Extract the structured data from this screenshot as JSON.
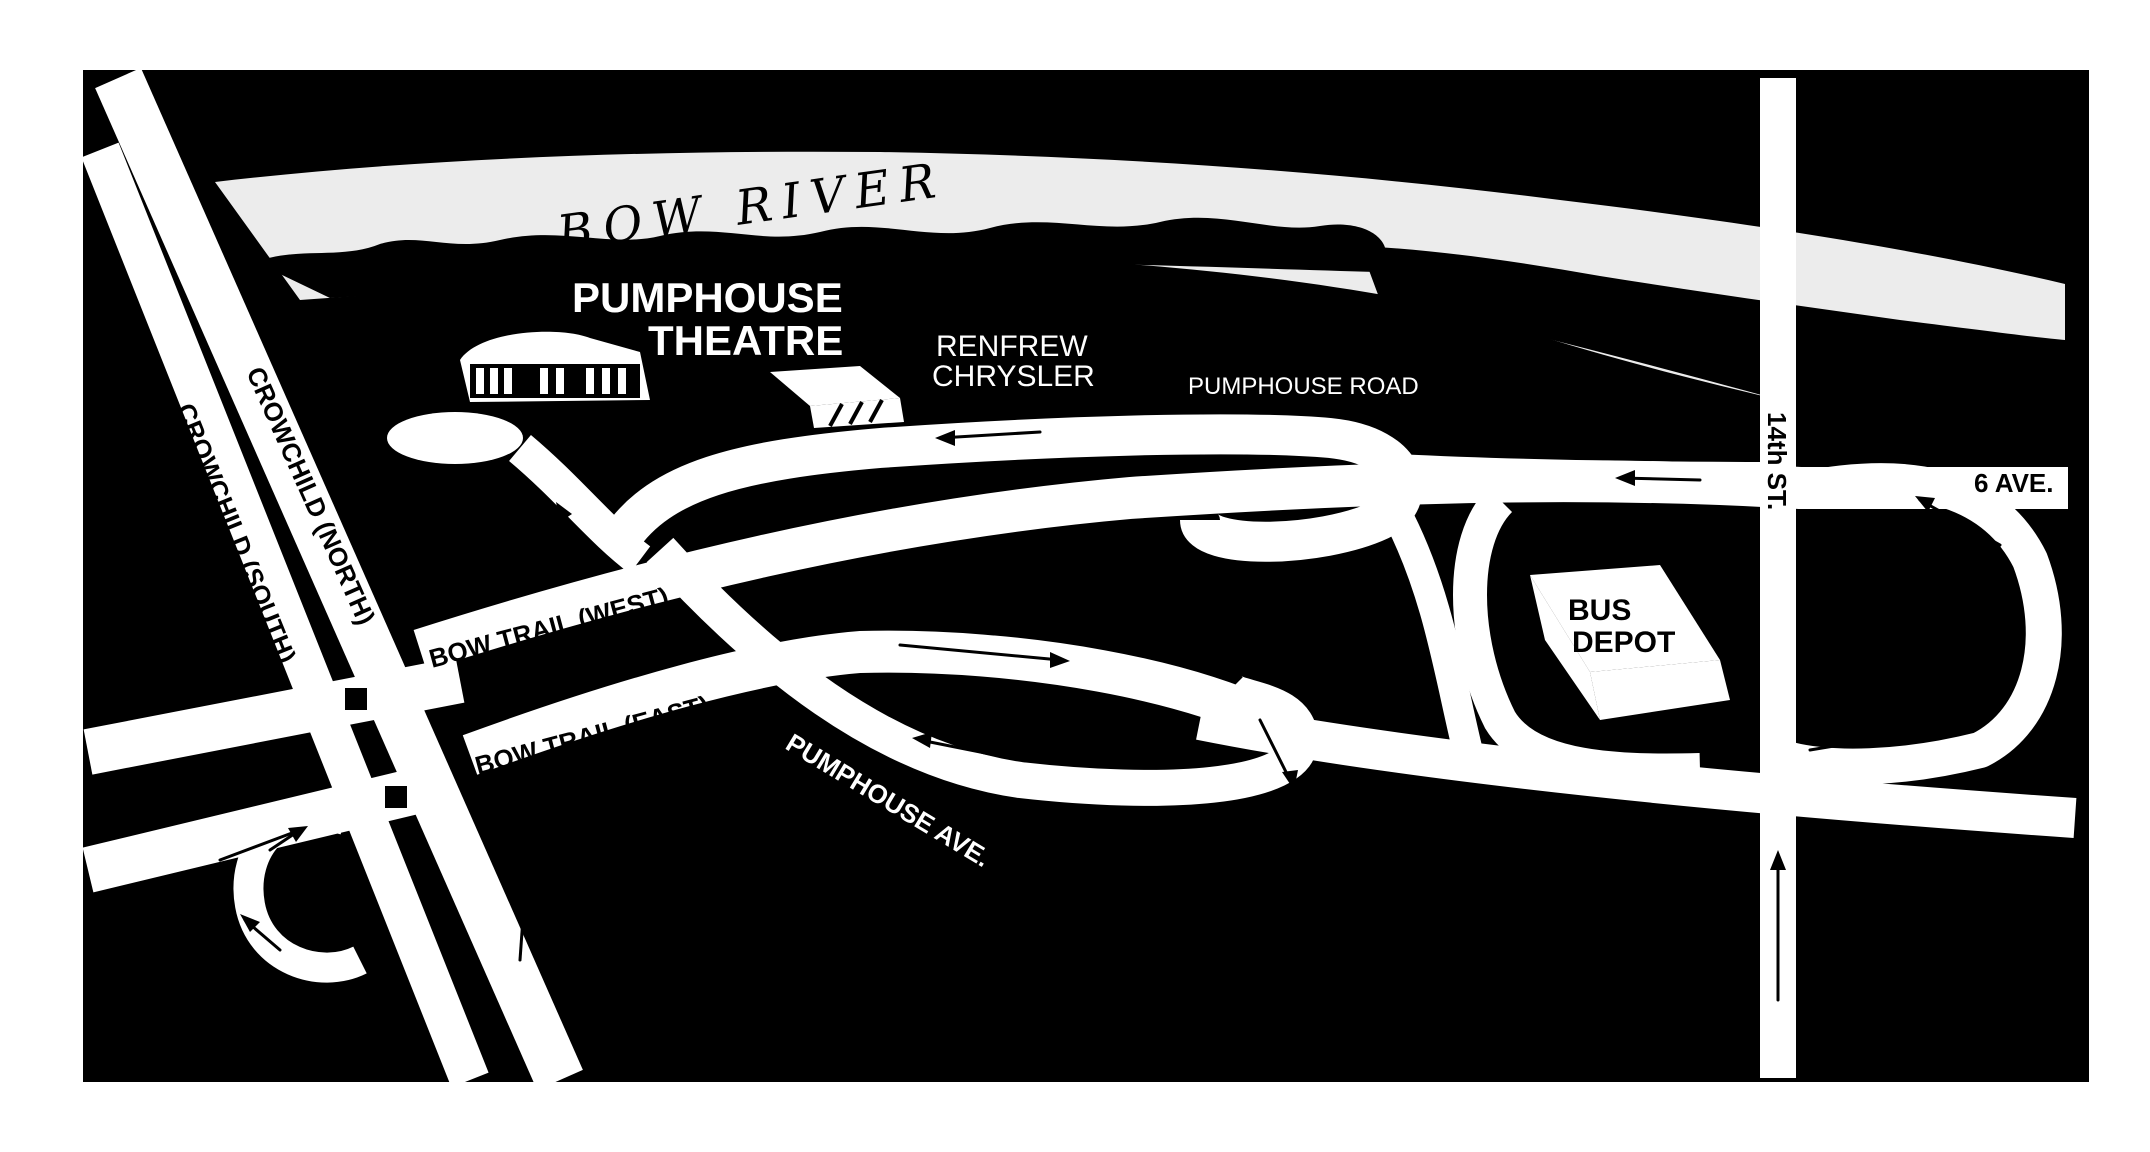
{
  "colors": {
    "ground": "#000000",
    "road": "#ffffff",
    "sky": "#ececec"
  },
  "labels": {
    "river": "BOW RIVER",
    "theatre_line1": "PUMPHOUSE",
    "theatre_line2": "THEATRE",
    "dealer_line1": "RENFREW",
    "dealer_line2": "CHRYSLER",
    "pumphouse_road": "PUMPHOUSE ROAD",
    "pumphouse_ave": "PUMPHOUSE AVE.",
    "bow_trail_west": "BOW TRAIL (WEST)",
    "bow_trail_east": "BOW TRAIL (EAST)",
    "crowchild_north": "CROWCHILD (NORTH)",
    "crowchild_south": "CROWCHILD (SOUTH)",
    "fourteenth_st": "14th ST.",
    "sixth_ave": "6 AVE.",
    "bus_depot_line1": "BUS",
    "bus_depot_line2": "DEPOT"
  }
}
